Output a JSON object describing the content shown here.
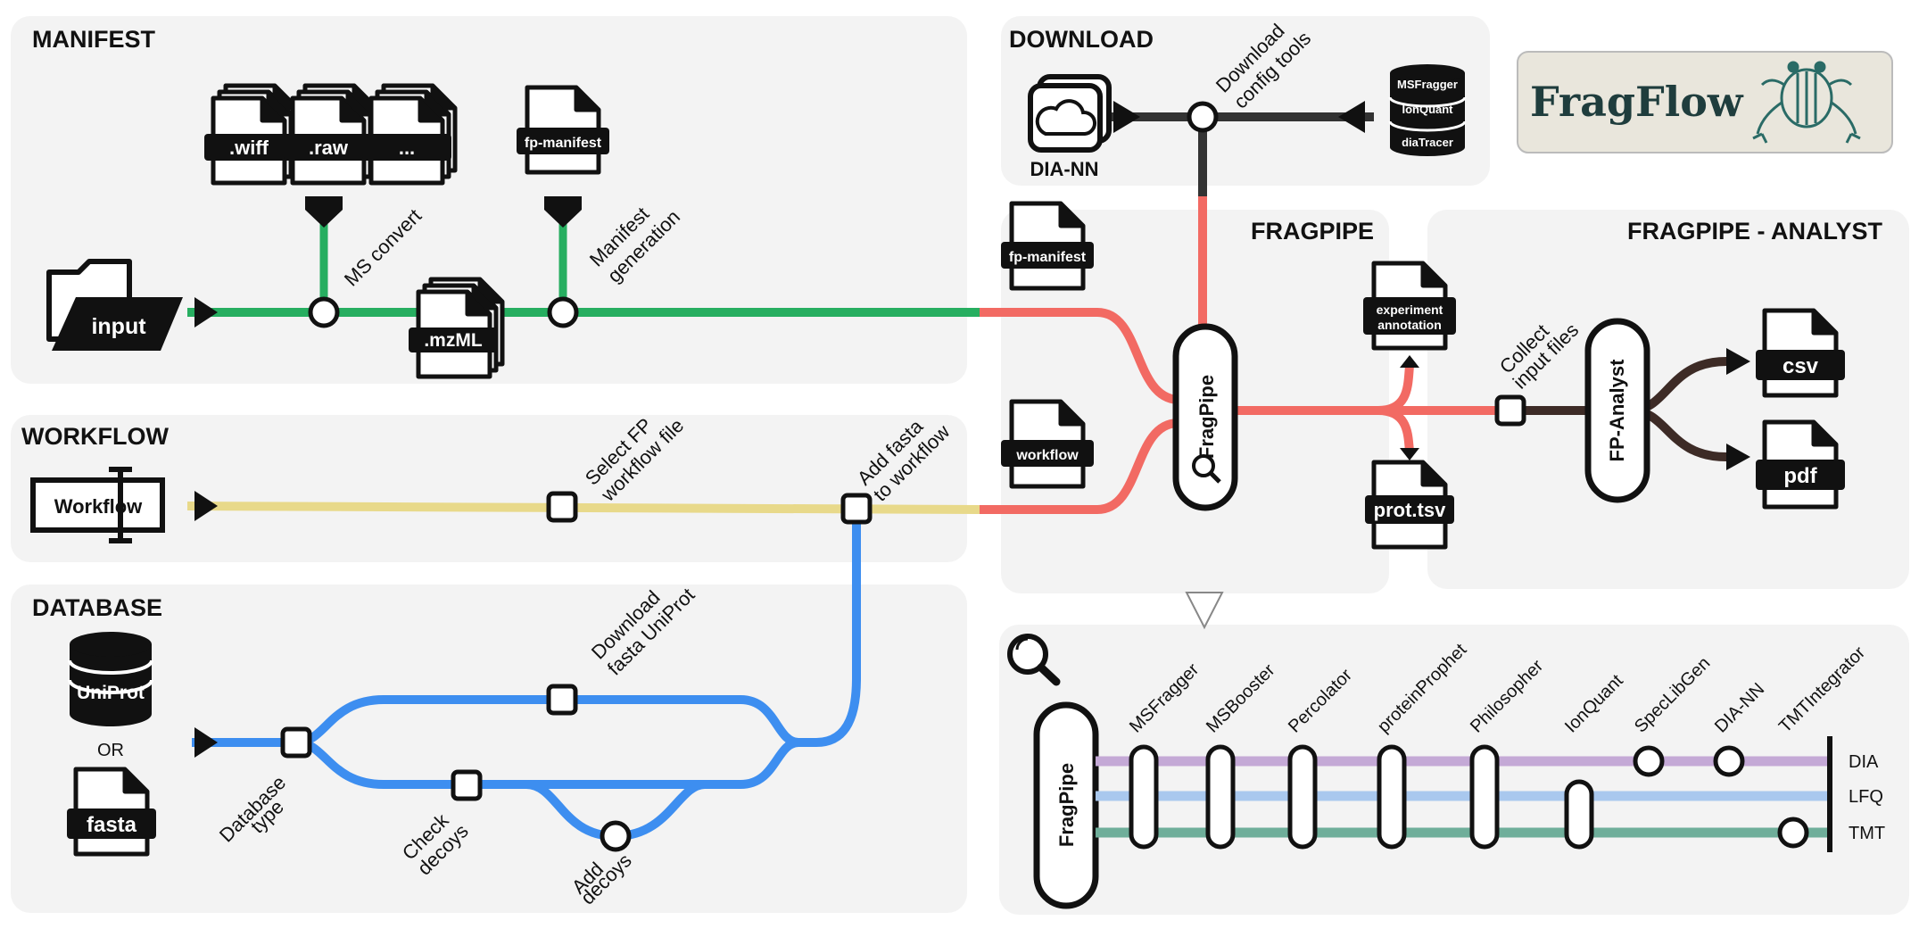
{
  "panels": {
    "manifest": "MANIFEST",
    "download": "DOWNLOAD",
    "fragpipe": "FRAGPIPE",
    "analyst": "FRAGPIPE - ANALYST",
    "workflow": "WORKFLOW",
    "database": "DATABASE"
  },
  "logo": {
    "text": "FragFlow"
  },
  "files": {
    "wiff": ".wiff",
    "raw": ".raw",
    "ellipsis": "...",
    "fp_manifest": "fp-manifest",
    "fp_manifest_2": "fp-manifest",
    "mzml": ".mzML",
    "input": "input",
    "workflow_doc": "workflow",
    "experiment_1": "experiment",
    "experiment_2": "annotation",
    "prot_tsv": "prot.tsv",
    "csv": "csv",
    "pdf": "pdf",
    "fasta": "fasta",
    "uniprot": "UniProt",
    "dia_nn": "DIA-NN",
    "db_msfragger": "MSFragger",
    "db_ionquant": "IonQuant",
    "db_diatracer": "diaTracer",
    "workflow_icon": "Workflow",
    "or": "OR"
  },
  "steps": {
    "ms_convert": "MS convert",
    "manifest_gen_1": "Manifest",
    "manifest_gen_2": "generation",
    "download_1": "Download",
    "download_2": "config tools",
    "select_fp_1": "Select FP",
    "select_fp_2": "workflow file",
    "add_fasta_1": "Add fasta",
    "add_fasta_2": "to workflow",
    "dl_uniprot_1": "Download",
    "dl_uniprot_2": "fasta UniProt",
    "db_type_1": "Database",
    "db_type_2": "type",
    "check_decoys_1": "Check",
    "check_decoys_2": "decoys",
    "add_decoys_1": "Add",
    "add_decoys_2": "decoys",
    "collect_1": "Collect",
    "collect_2": "input files",
    "fragpipe_node": "FragPipe",
    "fp_analyst_node": "FP-Analyst",
    "fragpipe_node_2": "FragPipe"
  },
  "tools": [
    "MSFragger",
    "MSBooster",
    "Percolator",
    "proteinProphet",
    "Philosopher",
    "IonQuant",
    "SpecLibGen",
    "DIA-NN",
    "TMTIntegrator"
  ],
  "tracks": [
    "DIA",
    "LFQ",
    "TMT"
  ],
  "colors": {
    "green": "#27ae60",
    "yellow": "#e8d98a",
    "blue": "#3d8ef0",
    "red": "#f26a63",
    "dark": "#333333",
    "brown": "#3d2b26",
    "purple": "#c4a9d6",
    "lightblue": "#a9c8ee",
    "teal": "#6fae9a",
    "panel": "#f3f3f3"
  }
}
